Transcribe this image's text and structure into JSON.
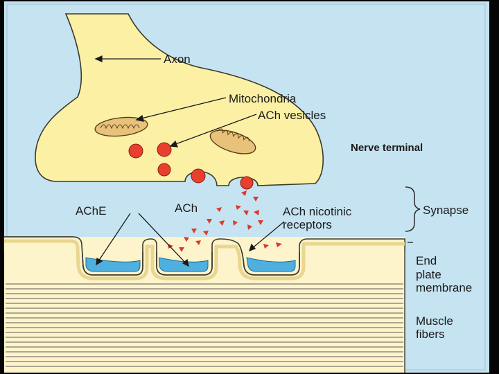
{
  "diagram": {
    "labels": {
      "axon": "Axon",
      "mitochondria": "Mitochondria",
      "ach_vesicles": "ACh vesicles",
      "nerve_terminal": "Nerve terminal",
      "ache": "AChE",
      "ach": "ACh",
      "ach_nicotinic_1": "ACh nicotinic",
      "ach_nicotinic_2": "receptors",
      "synapse": "Synapse",
      "end_plate_1": "End",
      "end_plate_2": "plate",
      "end_plate_3": "membrane",
      "muscle_1": "Muscle",
      "muscle_2": "fibers"
    },
    "colors": {
      "background": "#c6e3f1",
      "nerve": "#fbf0a4",
      "nerve_outline": "#3a3a2a",
      "vesicle": "#e8402e",
      "mitochondrion": "#e8c27a",
      "ach_molecule": "#d93a2a",
      "muscle": "#fdf4cc",
      "ache_enzyme": "#4fb0e0",
      "receptor_band": "#e9d690",
      "bezel": "#050505"
    }
  }
}
